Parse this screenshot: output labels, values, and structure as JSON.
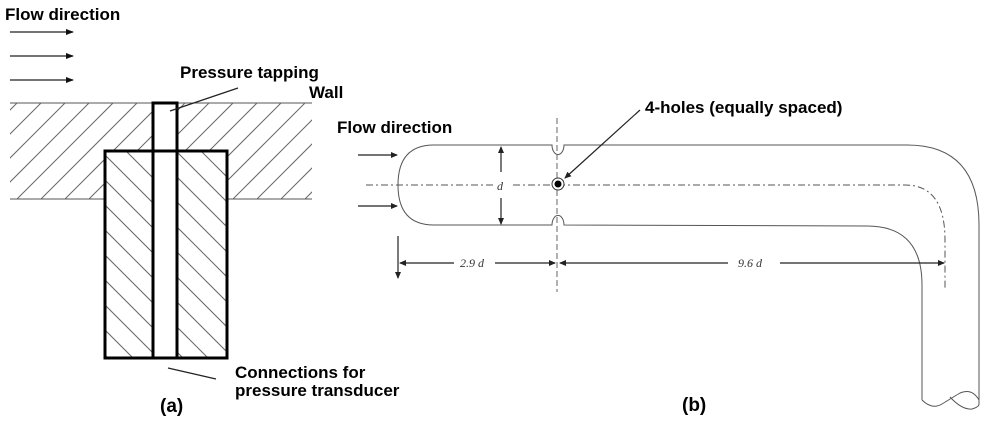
{
  "figure_a": {
    "caption": "(a)",
    "flow_label": "Flow direction",
    "flow_arrow_count": 3,
    "tapping_label": "Pressure tapping",
    "wall_label": "Wall",
    "connections_label_line1": "Connections for",
    "connections_label_line2": "pressure transducer"
  },
  "figure_b": {
    "caption": "(b)",
    "flow_label": "Flow direction",
    "flow_arrow_count": 2,
    "holes_label": "4-holes (equally spaced)",
    "diameter_label": "d",
    "dim_upstream_label": "2.9 d",
    "dim_downstream_label": "9.6 d"
  }
}
